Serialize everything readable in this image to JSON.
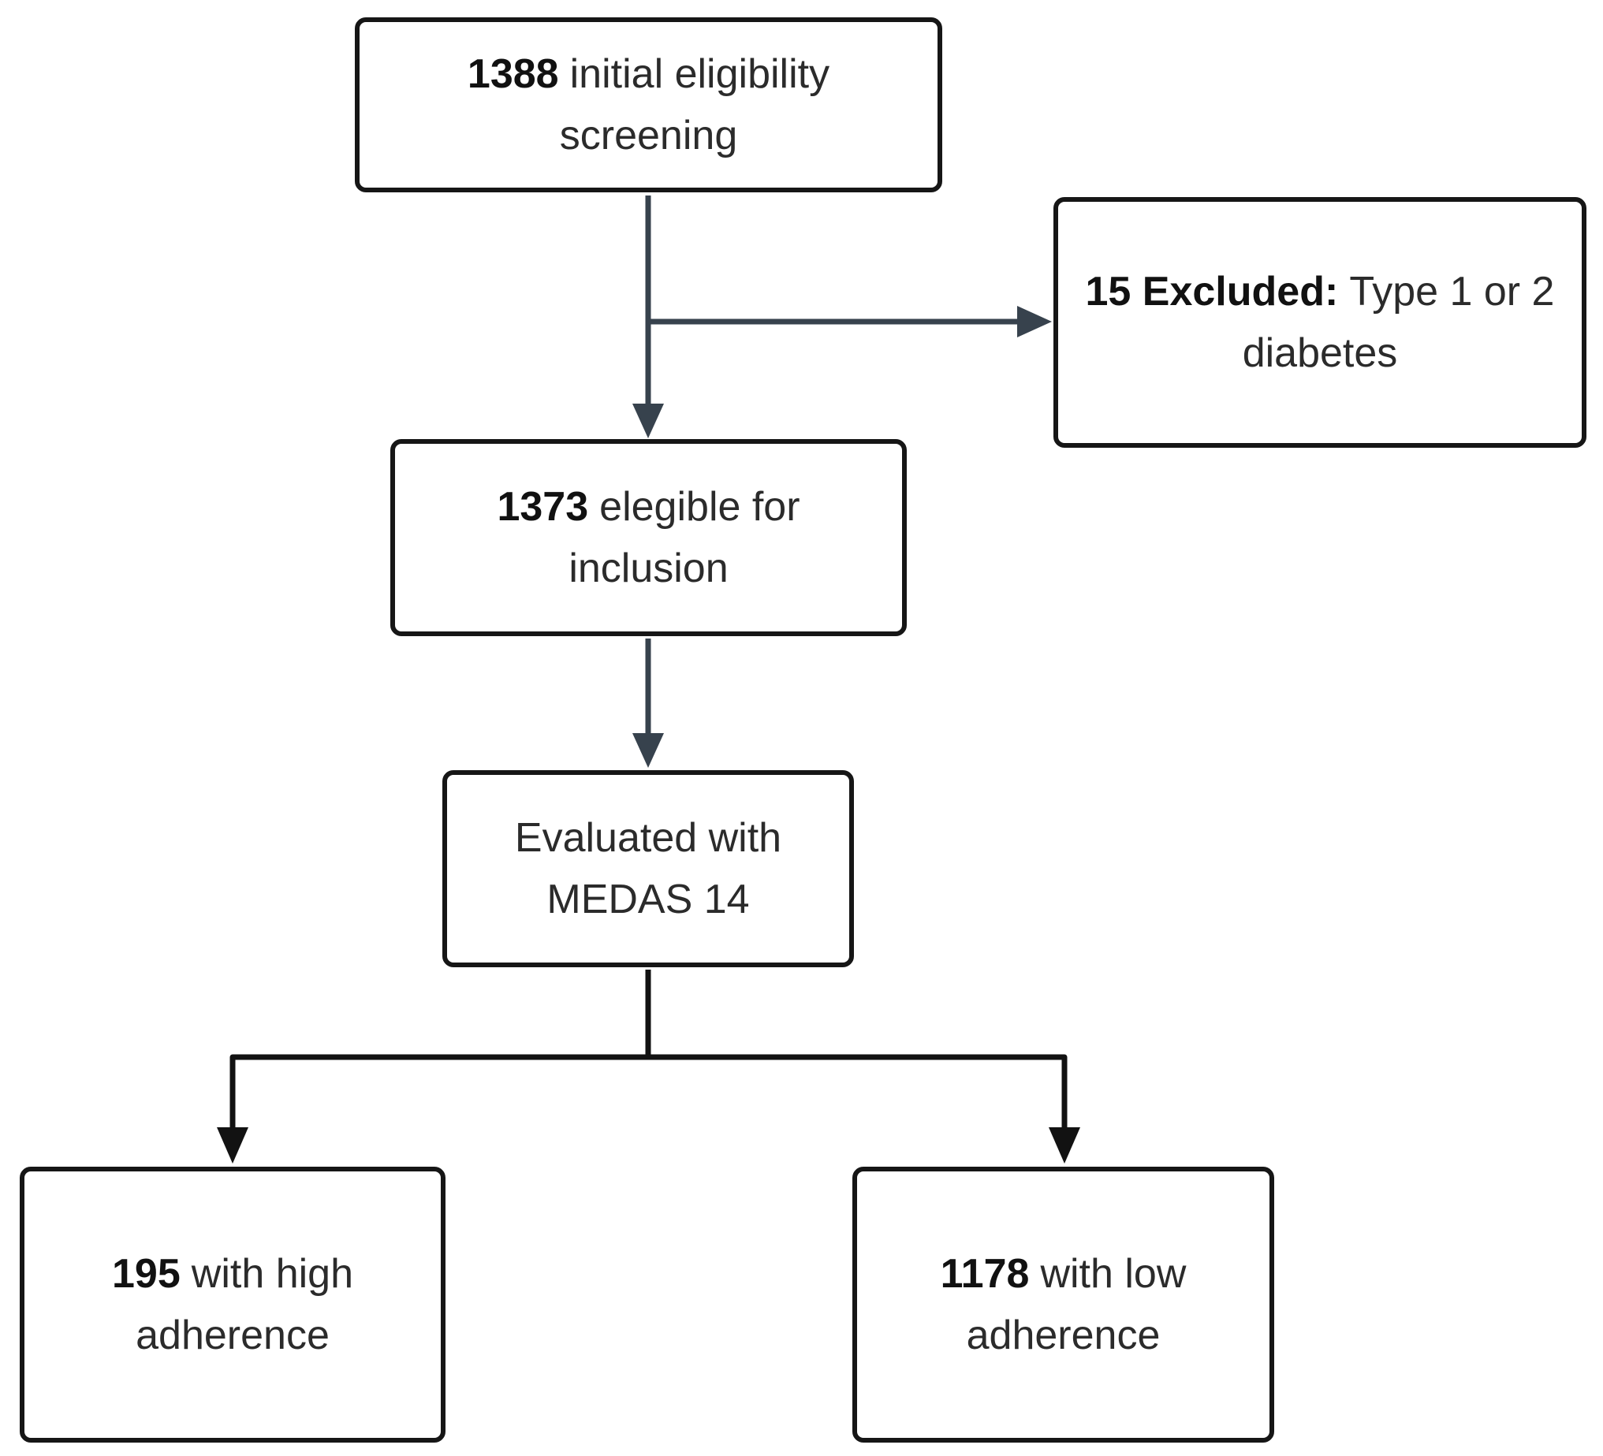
{
  "colors": {
    "background": "#ffffff",
    "box_border": "#161616",
    "text_regular": "#2b2b2b",
    "text_bold": "#111111",
    "upper_connector": "#37424d",
    "lower_connector": "#121212"
  },
  "nodes": {
    "screening": {
      "bold": "1388",
      "rest": "initial eligibility",
      "line2": "screening"
    },
    "excluded": {
      "bold": "15 Excluded:",
      "rest": "Type 1 or 2",
      "line2": "diabetes"
    },
    "eligible": {
      "bold": "1373",
      "rest": "elegible for",
      "line2": "inclusion"
    },
    "evaluated": {
      "bold": "",
      "rest": "Evaluated with",
      "line2": "MEDAS 14"
    },
    "high_adherence": {
      "bold": "195",
      "rest": "with high",
      "line2": "adherence"
    },
    "low_adherence": {
      "bold": "1178",
      "rest": "with low",
      "line2": "adherence"
    }
  },
  "edges": [
    {
      "from": "screening",
      "to": "eligible"
    },
    {
      "from": "screening",
      "to": "excluded"
    },
    {
      "from": "eligible",
      "to": "evaluated"
    },
    {
      "from": "evaluated",
      "to": "high_adherence"
    },
    {
      "from": "evaluated",
      "to": "low_adherence"
    }
  ]
}
